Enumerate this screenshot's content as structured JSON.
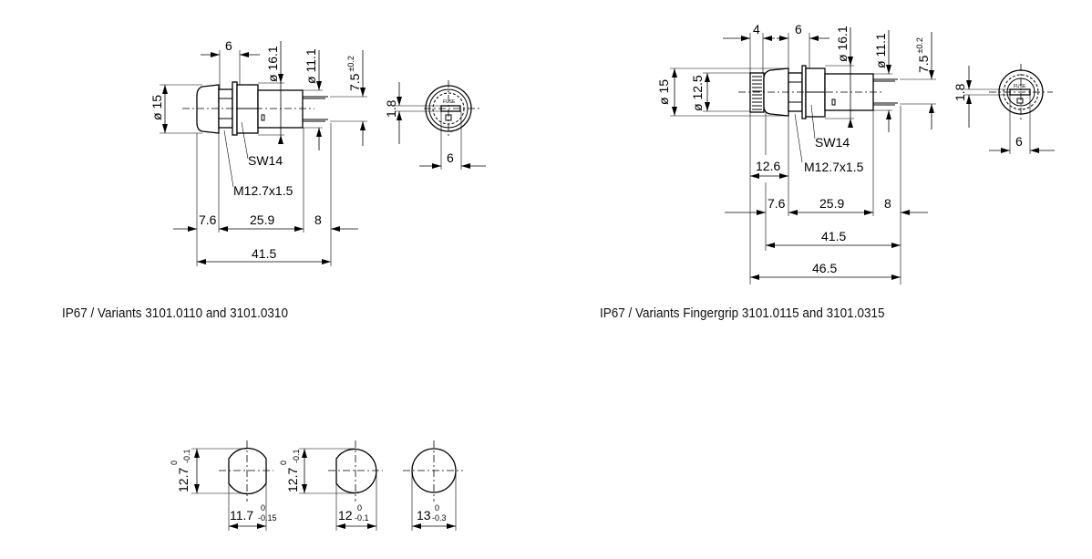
{
  "left_view": {
    "caption": "IP67 / Variants 3101.0110 and 3101.0310",
    "dim_flange_width": "6",
    "dim_dia_16_1": "ø 16.1",
    "dim_dia_11_1": "ø 11.1",
    "dim_pin_spacing": "7.5",
    "dim_pin_spacing_tol": "±0.2",
    "dim_dia_15": "ø 15",
    "dim_slot": "1.8",
    "dim_front_width": "6",
    "label_wrench": "SW14",
    "label_thread": "M12.7x1.5",
    "dim_cap": "7.6",
    "dim_body": "25.9",
    "dim_pins": "8",
    "dim_total": "41.5",
    "front_text": "FUSE"
  },
  "right_view": {
    "caption": "IP67 / Variants Fingergrip 3101.0115 and 3101.0315",
    "dim_grip": "4",
    "dim_flange_width": "6",
    "dim_dia_16_1": "ø 16.1",
    "dim_dia_11_1": "ø 11.1",
    "dim_pin_spacing": "7.5",
    "dim_pin_spacing_tol": "±0.2",
    "dim_dia_15": "ø 15",
    "dim_dia_12_5": "ø 12.5",
    "dim_slot": "1.8",
    "dim_front_width": "6",
    "label_wrench": "SW14",
    "label_thread": "M12.7x1.5",
    "dim_grip_total": "12.6",
    "dim_cap": "7.6",
    "dim_body": "25.9",
    "dim_pins": "8",
    "dim_total": "41.5",
    "dim_total_grip": "46.5",
    "front_text": "FUSE"
  },
  "cutouts": [
    {
      "height": "12.7",
      "height_upper": "0",
      "height_lower": "-0.1",
      "width": "11.7",
      "width_upper": "0",
      "width_lower": "-0.15"
    },
    {
      "height": "12.7",
      "height_upper": "0",
      "height_lower": "-0.1",
      "width": "12",
      "width_upper": "0",
      "width_lower": "-0.1"
    },
    {
      "width": "13",
      "width_upper": "0",
      "width_lower": "-0.3"
    }
  ]
}
